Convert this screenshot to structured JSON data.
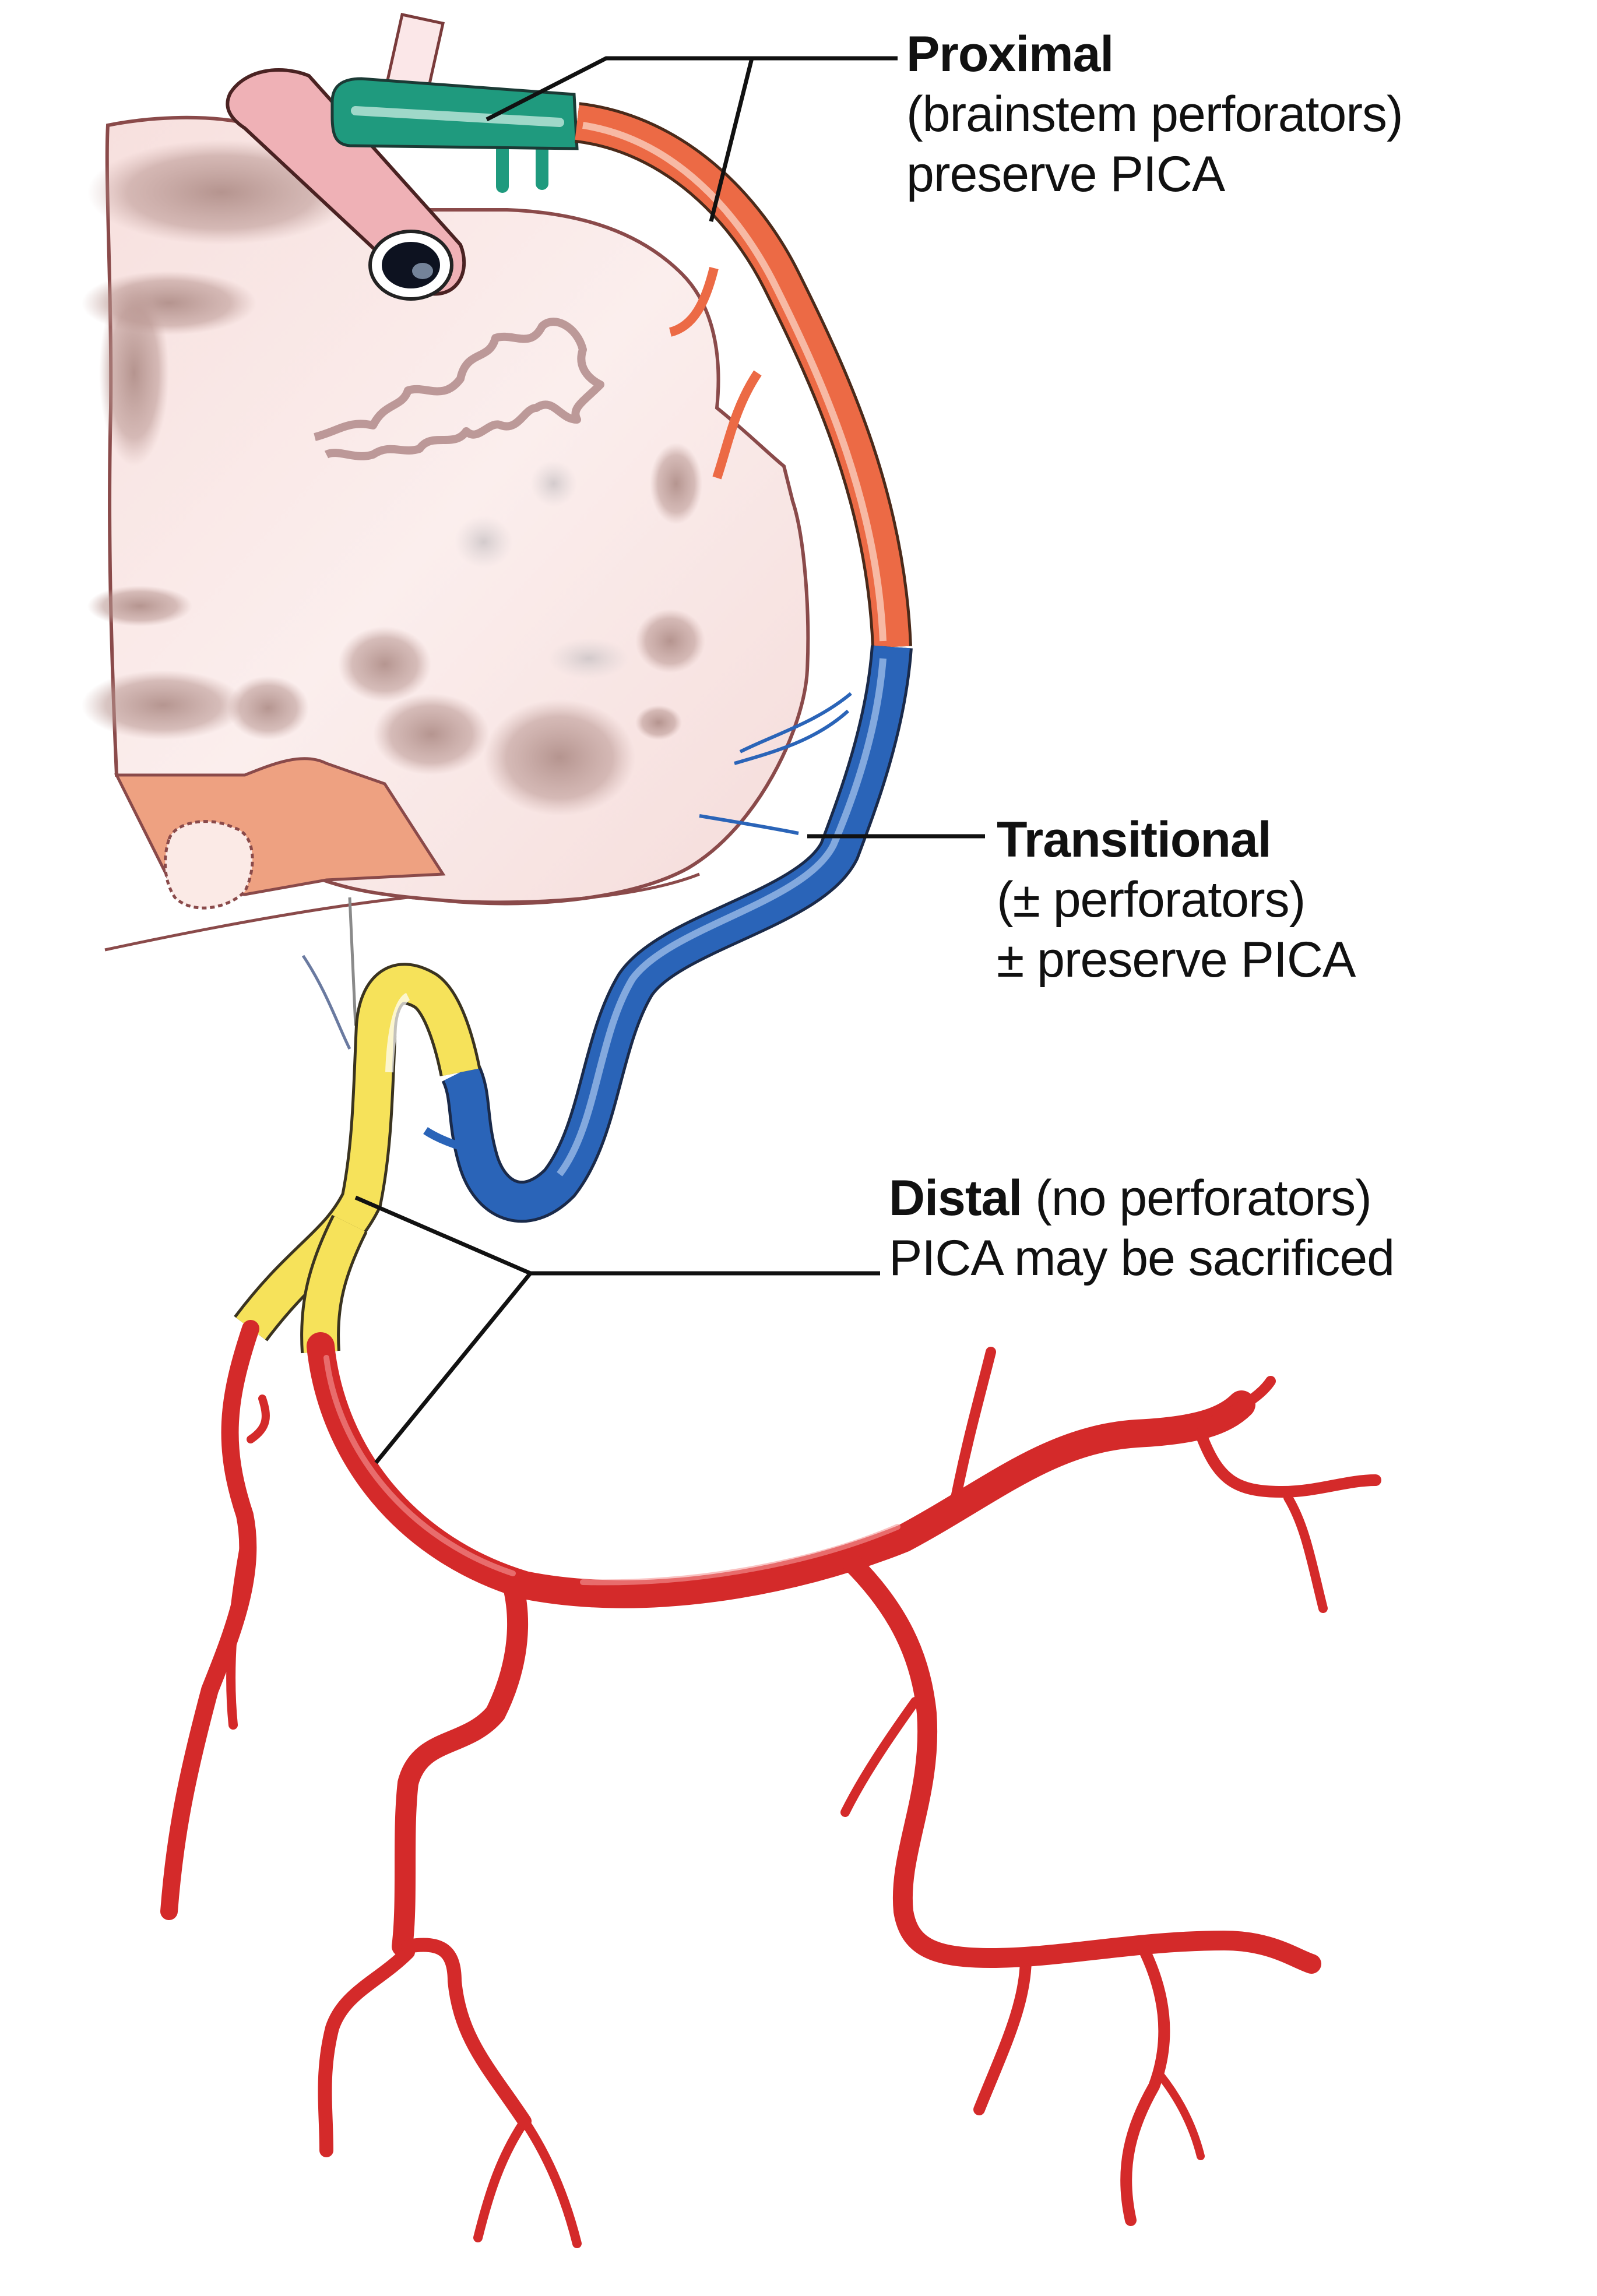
{
  "diagram": {
    "subject": "Posterior inferior cerebellar artery (PICA) segments relative to the brainstem",
    "colors": {
      "proximal_segment": "#1f9a7e",
      "proximal_continuation": "#ec6a45",
      "transitional_segment": "#2a64b8",
      "loop_segment": "#f6e25a",
      "distal_segment": "#d42a2a",
      "brainstem_fill": "#f8e4e2",
      "brainstem_outline": "#8a4a4a",
      "vertebral_artery": "#e9a9ae",
      "text": "#111111",
      "leader_line": "#111111"
    }
  },
  "labels": {
    "proximal": {
      "heading": "Proximal",
      "line1": "(brainstem perforators)",
      "line2": "preserve PICA"
    },
    "transitional": {
      "heading": "Transitional",
      "line1": "(± perforators)",
      "line2": "± preserve PICA"
    },
    "distal": {
      "heading": "Distal",
      "heading_suffix": " (no perforators)",
      "line1": "PICA may be sacrificed"
    }
  }
}
